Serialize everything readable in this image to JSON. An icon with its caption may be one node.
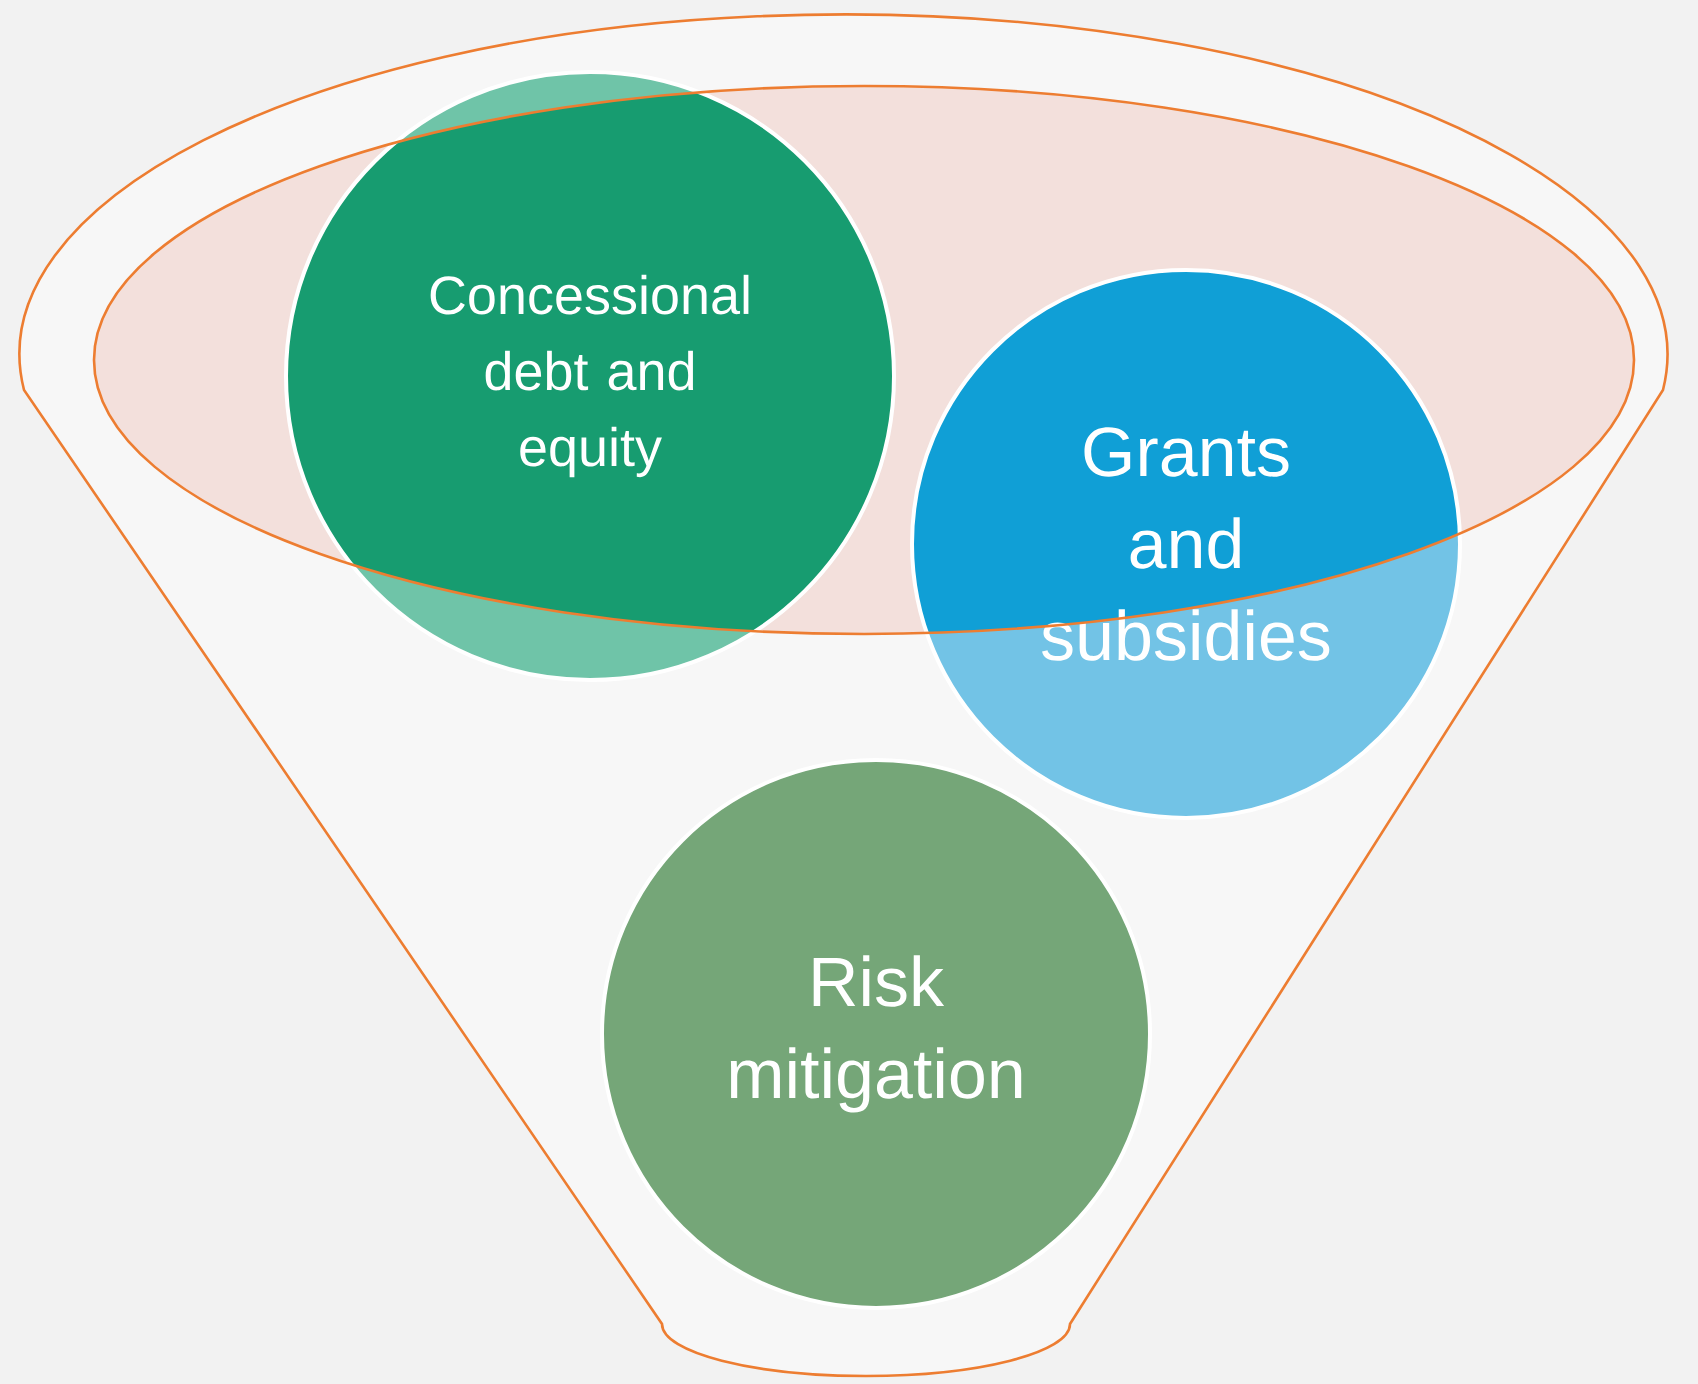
{
  "diagram": {
    "nodes": [
      {
        "text": [
          "Concessional debt and equity"
        ]
      },
      {
        "text": [
          "Grants and subsidies"
        ]
      },
      {
        "text": [
          "Risk mitigation"
        ]
      }
    ]
  }
}
